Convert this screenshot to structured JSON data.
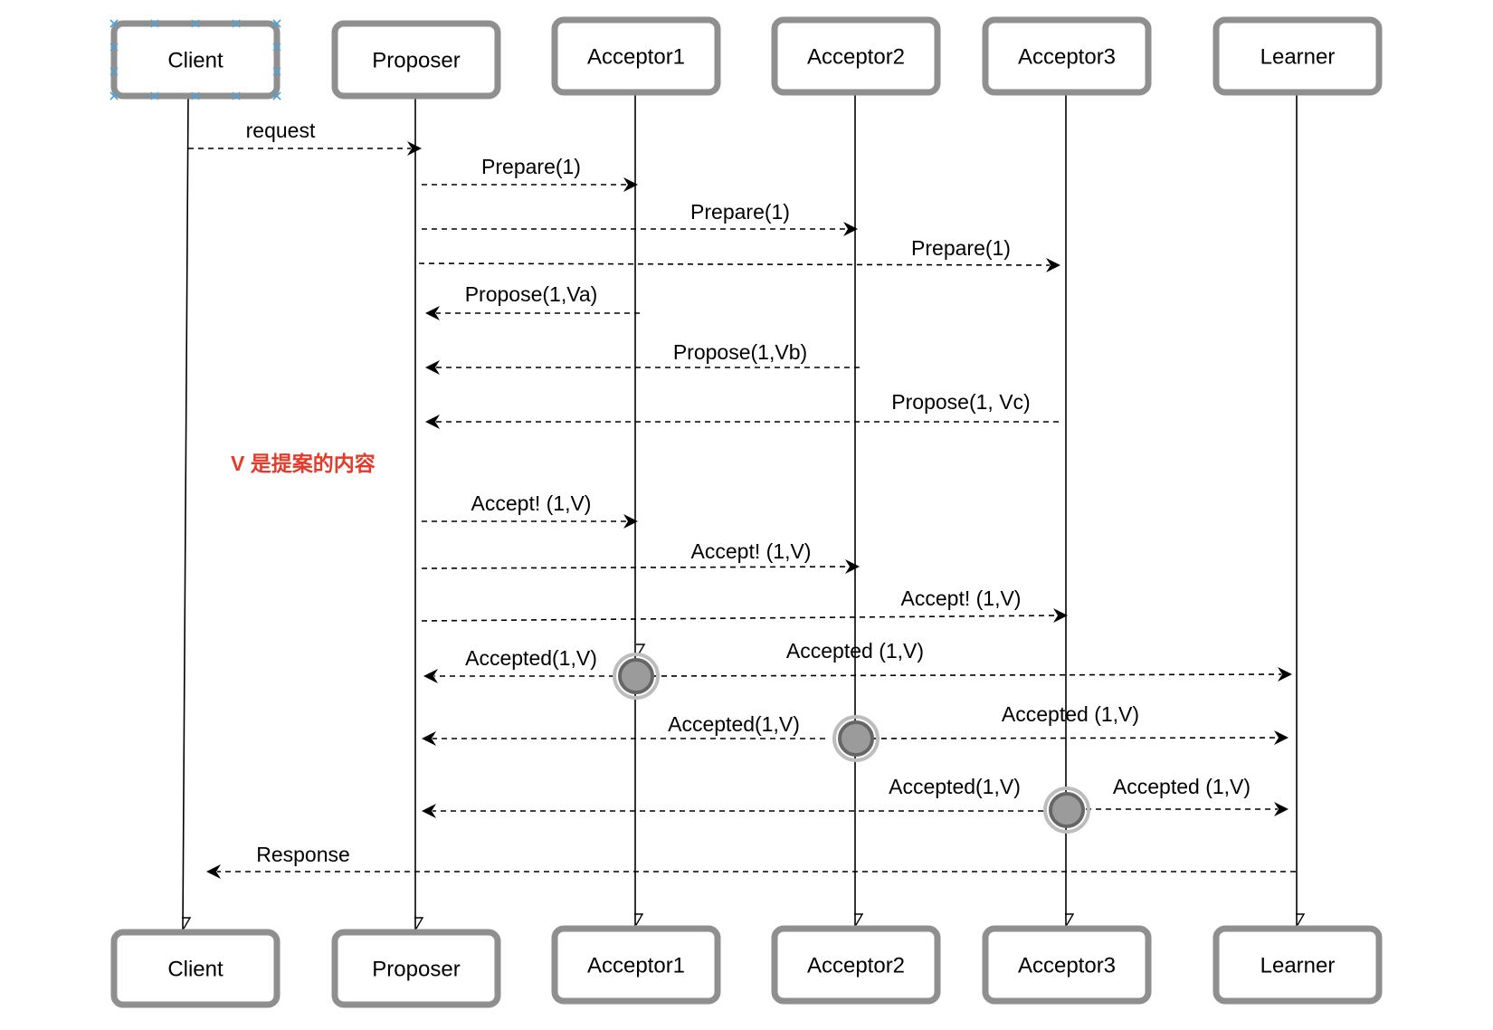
{
  "actors": [
    {
      "id": "client",
      "label": "Client"
    },
    {
      "id": "proposer",
      "label": "Proposer"
    },
    {
      "id": "acceptor1",
      "label": "Acceptor1"
    },
    {
      "id": "acceptor2",
      "label": "Acceptor2"
    },
    {
      "id": "acceptor3",
      "label": "Acceptor3"
    },
    {
      "id": "learner",
      "label": "Learner"
    }
  ],
  "messages": [
    {
      "from": "client",
      "to": "proposer",
      "label": "request"
    },
    {
      "from": "proposer",
      "to": "acceptor1",
      "label": "Prepare(1)"
    },
    {
      "from": "proposer",
      "to": "acceptor2",
      "label": "Prepare(1)"
    },
    {
      "from": "proposer",
      "to": "acceptor3",
      "label": "Prepare(1)"
    },
    {
      "from": "acceptor1",
      "to": "proposer",
      "label": "Propose(1,Va)"
    },
    {
      "from": "acceptor2",
      "to": "proposer",
      "label": "Propose(1,Vb)"
    },
    {
      "from": "acceptor3",
      "to": "proposer",
      "label": "Propose(1, Vc)"
    },
    {
      "from": "proposer",
      "to": "acceptor1",
      "label": "Accept! (1,V)"
    },
    {
      "from": "proposer",
      "to": "acceptor2",
      "label": "Accept! (1,V)"
    },
    {
      "from": "proposer",
      "to": "acceptor3",
      "label": "Accept! (1,V)"
    },
    {
      "from": "acceptor1",
      "to": "proposer",
      "label": "Accepted(1,V)"
    },
    {
      "from": "acceptor1",
      "to": "learner",
      "label": "Accepted (1,V)"
    },
    {
      "from": "acceptor2",
      "to": "proposer",
      "label": "Accepted(1,V)"
    },
    {
      "from": "acceptor2",
      "to": "learner",
      "label": "Accepted (1,V)"
    },
    {
      "from": "acceptor3",
      "to": "proposer",
      "label": "Accepted(1,V)"
    },
    {
      "from": "acceptor3",
      "to": "learner",
      "label": "Accepted (1,V)"
    },
    {
      "from": "learner",
      "to": "client",
      "label": "Response"
    }
  ],
  "note": "V 是提案的内容",
  "colors": {
    "note": "#e53a2a",
    "box_border": "#8f8f8f",
    "selection": "#46a3e0"
  }
}
